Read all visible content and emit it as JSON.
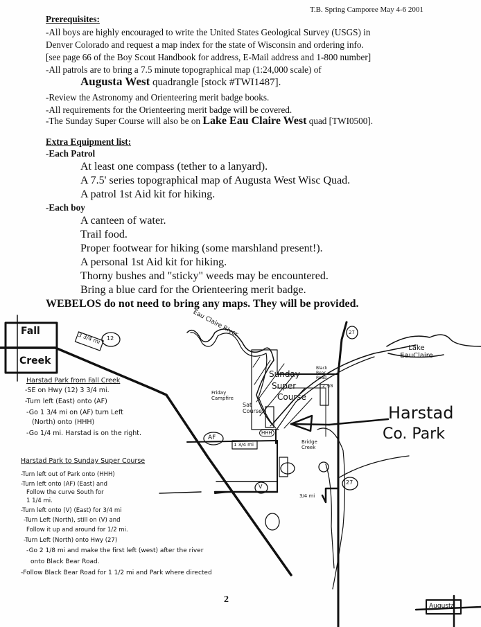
{
  "header": "T.B. Spring Camporee May 4-6  2001",
  "prereq": {
    "title": "Prerequisites:",
    "lines": [
      "-All boys are highly encouraged to write the United States Geological Survey (USGS) in",
      "Denver Colorado and request a map index for the state of Wisconsin and ordering info.",
      "[see page 66 of the Boy Scout Handbook for address, E-Mail address and 1-800 number]",
      "-All patrols are to bring a 7.5 minute topographical map (1:24,000 scale) of"
    ],
    "quad_big": "Augusta West",
    "quad_rest": " quadrangle [stock #TWI1487].",
    "lines2": [
      "-Review the Astronomy and Orienteering merit badge books.",
      "-All requirements for the Orienteering merit badge will be covered."
    ],
    "sunday_pre": "-The Sunday Super Course will also be on ",
    "sunday_big": "Lake Eau Claire West",
    "sunday_post": " quad [TWI0500]."
  },
  "equipment": {
    "title": "Extra Equipment list:",
    "patrol_label": "-Each Patrol",
    "patrol_items": [
      "At least one compass (tether to a lanyard).",
      "A 7.5' series topographical map of Augusta West Wisc Quad.",
      "A patrol 1st Aid kit for hiking."
    ],
    "boy_label": "-Each boy",
    "boy_items": [
      "A canteen of water.",
      "Trail food.",
      "Proper footwear for hiking (some marshland present!).",
      "A personal 1st Aid kit for hiking.",
      "Thorny bushes and \"sticky\" weeds may be encountered.",
      "Bring a blue card for the Orienteering merit badge."
    ],
    "webelos": "WEBELOS do not need to bring any maps. They will be provided."
  },
  "map": {
    "fall": "Fall",
    "creek": "Creek",
    "dist12": "3 3/4 mi",
    "hwy12": "12",
    "river": "Eau Claire River",
    "lake": "Lake EauClaire",
    "hwy27": "27",
    "sunday": "Sunday",
    "super": "Super",
    "course": "Course",
    "friday": "Friday Campfire",
    "sat": "Sat Course",
    "hhh": "HHH",
    "bbr": "Black Bear Road",
    "harstad1": "Harstad",
    "harstad2": "Co. Park",
    "bridge": "Bridge Creek",
    "af": "AF",
    "v": "V",
    "dist_af": "1 3/4 mi",
    "dist_2": "2 3/8",
    "dist_34": "3/4 mi",
    "augusta": "Augusta",
    "dir1_title": "Harstad Park from Fall Creek",
    "dir1": [
      "-SE on Hwy (12) 3 3/4 mi.",
      "-Turn left (East) onto (AF)",
      "-Go 1 3/4 mi on (AF) turn Left",
      "(North) onto (HHH)",
      "-Go 1/4 mi. Harstad is on the right."
    ],
    "dir2_title": "Harstad Park to Sunday Super Course",
    "dir2": [
      "-Turn left out of Park onto (HHH)",
      "-Turn left onto (AF) (East) and",
      "Follow the curve South for",
      "1 1/4 mi.",
      "-Turn left onto (V) (East) for 3/4 mi",
      "-Turn Left (North), still on (V) and",
      "Follow it up and around for 1/2 mi.",
      "-Turn Left (North) onto Hwy (27)",
      "-Go 2 1/8 mi and make the first left (west) after the river",
      "onto   Black Bear Road.",
      "-Follow Black Bear Road for 1 1/2 mi and Park where directed"
    ],
    "page_number": "2"
  }
}
